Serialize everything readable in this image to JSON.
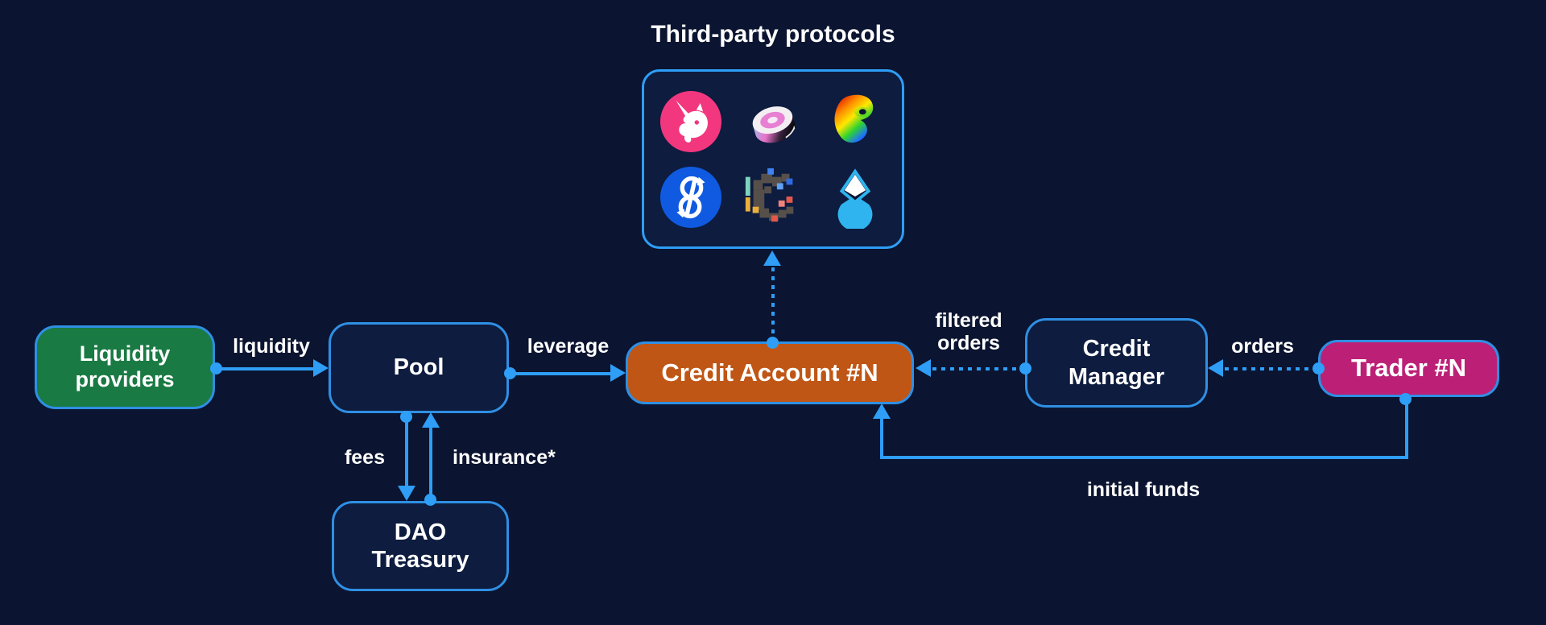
{
  "title": "Third-party protocols",
  "colors": {
    "bg": "#0b1430",
    "panel": "#0d1c3f",
    "accent": "#2e9ef7",
    "border": "#2f8fe3",
    "green": "#1a7a44",
    "orange": "#bf5615",
    "magenta": "#bc2076",
    "text": "#ffffff"
  },
  "nodes": {
    "liquidity_providers": {
      "label": "Liquidity providers",
      "color": "#1a7a44"
    },
    "pool": {
      "label": "Pool",
      "color": "#0d1c3f"
    },
    "credit_account": {
      "label": "Credit Account #N",
      "color": "#bf5615"
    },
    "credit_manager": {
      "label": "Credit Manager",
      "color": "#0d1c3f"
    },
    "trader": {
      "label": "Trader #N",
      "color": "#bc2076"
    },
    "dao_treasury": {
      "label": "DAO Treasury",
      "color": "#0d1c3f"
    }
  },
  "edges": [
    {
      "id": "liquidity",
      "label": "liquidity",
      "from": "liquidity_providers",
      "to": "pool",
      "style": "solid"
    },
    {
      "id": "leverage",
      "label": "leverage",
      "from": "pool",
      "to": "credit_account",
      "style": "solid"
    },
    {
      "id": "fees",
      "label": "fees",
      "from": "pool",
      "to": "dao_treasury",
      "style": "solid"
    },
    {
      "id": "insurance",
      "label": "insurance*",
      "from": "dao_treasury",
      "to": "pool",
      "style": "solid"
    },
    {
      "id": "protocol-access",
      "label": "",
      "from": "credit_account",
      "to": "third_party_protocols",
      "style": "dotted"
    },
    {
      "id": "filtered-orders",
      "label": "filtered orders",
      "from": "credit_manager",
      "to": "credit_account",
      "style": "dotted"
    },
    {
      "id": "orders",
      "label": "orders",
      "from": "trader",
      "to": "credit_manager",
      "style": "dotted"
    },
    {
      "id": "initial-funds",
      "label": "initial funds",
      "from": "trader",
      "to": "credit_account",
      "style": "solid"
    }
  ],
  "protocol_icons": [
    {
      "icon": "uniswap-icon",
      "color": "#f2377f"
    },
    {
      "icon": "sushiswap-icon",
      "color": "#e77fd2"
    },
    {
      "icon": "curve-icon",
      "color": "rainbow-gradient"
    },
    {
      "icon": "yearn-icon",
      "color": "#0f5ae0"
    },
    {
      "icon": "convex-icon",
      "color": "#57504a"
    },
    {
      "icon": "lido-icon",
      "color": "#2fb4f0"
    }
  ]
}
